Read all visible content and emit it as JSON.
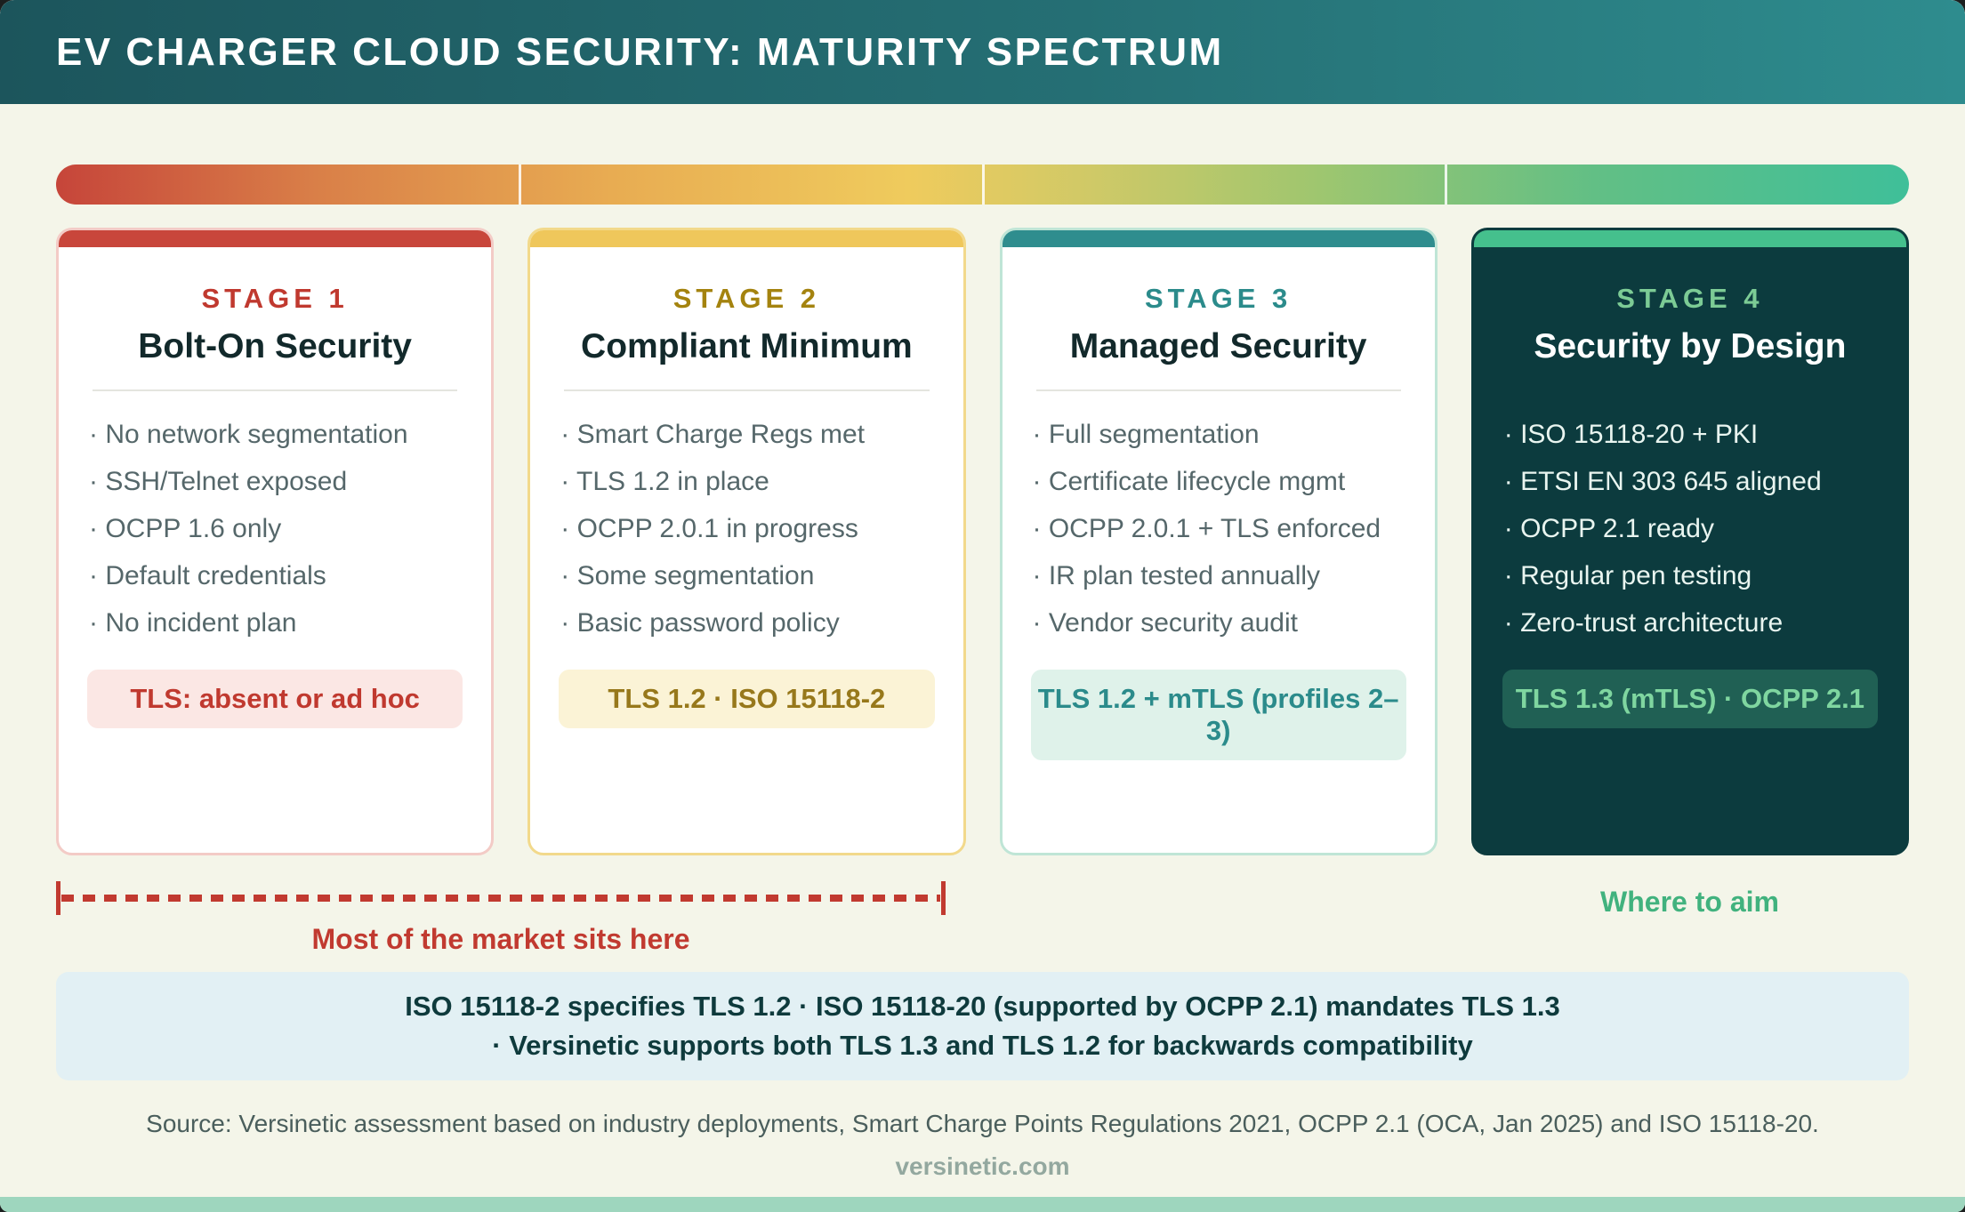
{
  "header": {
    "title": "EV CHARGER CLOUD SECURITY: MATURITY SPECTRUM"
  },
  "colors": {
    "header_gradient": [
      "#1C555C",
      "#2E8C8E"
    ],
    "page_background": "#F4F5E9",
    "spectrum_gradient": [
      "#C6453A",
      "#D97F48",
      "#EFCB5D",
      "#9FC66F",
      "#62BF85",
      "#3FBF99"
    ],
    "market_red": "#C13A30",
    "aim_green": "#41B27E",
    "info_box_bg": "#E2F0F4",
    "info_text": "#0E3A3C",
    "bottom_strip": "#9ED6BE"
  },
  "stages": [
    {
      "label": "STAGE 1",
      "title": "Bolt-On Security",
      "accent": "#C8463B",
      "label_color": "#C0392F",
      "pill_bg": "#FBE7E4",
      "pill_text_color": "#C0392F",
      "bullets": [
        "· No network segmentation",
        "· SSH/Telnet exposed",
        "· OCPP 1.6 only",
        "· Default credentials",
        "· No incident plan"
      ],
      "pill": "TLS: absent or ad hoc"
    },
    {
      "label": "STAGE 2",
      "title": "Compliant Minimum",
      "accent": "#EFC75B",
      "label_color": "#A4830F",
      "pill_bg": "#FBF3D6",
      "pill_text_color": "#97781B",
      "bullets": [
        "· Smart Charge Regs met",
        "· TLS 1.2 in place",
        "· OCPP 2.0.1 in progress",
        "· Some segmentation",
        "· Basic password policy"
      ],
      "pill": "TLS 1.2 · ISO 15118-2"
    },
    {
      "label": "STAGE 3",
      "title": "Managed Security",
      "accent": "#2F8D8E",
      "label_color": "#2B8B8B",
      "pill_bg": "#DFF2EA",
      "pill_text_color": "#2B8B8B",
      "bullets": [
        "· Full segmentation",
        "· Certificate lifecycle mgmt",
        "· OCPP 2.0.1 + TLS enforced",
        "· IR plan tested annually",
        "· Vendor security audit"
      ],
      "pill": "TLS 1.2 + mTLS (profiles 2–3)"
    },
    {
      "label": "STAGE 4",
      "title": "Security by Design",
      "accent": "#45C08D",
      "card_bg": "#0C3B3E",
      "label_color": "#7CCB95",
      "pill_bg": "#206054",
      "pill_text_color": "#7FD6A0",
      "bullets": [
        "· ISO 15118-20 + PKI",
        "· ETSI EN 303 645 aligned",
        "· OCPP 2.1 ready",
        "· Regular pen testing",
        "· Zero-trust architecture"
      ],
      "pill": "TLS 1.3 (mTLS) · OCPP 2.1"
    }
  ],
  "annotations": {
    "market": "Most of the market sits here",
    "aim": "Where to aim"
  },
  "info_box": {
    "line1": "ISO 15118-2 specifies TLS 1.2 · ISO 15118-20 (supported by OCPP 2.1) mandates TLS 1.3",
    "line2": "· Versinetic supports both TLS 1.3 and TLS 1.2 for backwards compatibility"
  },
  "footer": {
    "source": "Source: Versinetic assessment based on industry deployments, Smart Charge Points Regulations 2021, OCPP 2.1 (OCA, Jan 2025) and ISO 15118-20.",
    "site": "versinetic.com"
  }
}
